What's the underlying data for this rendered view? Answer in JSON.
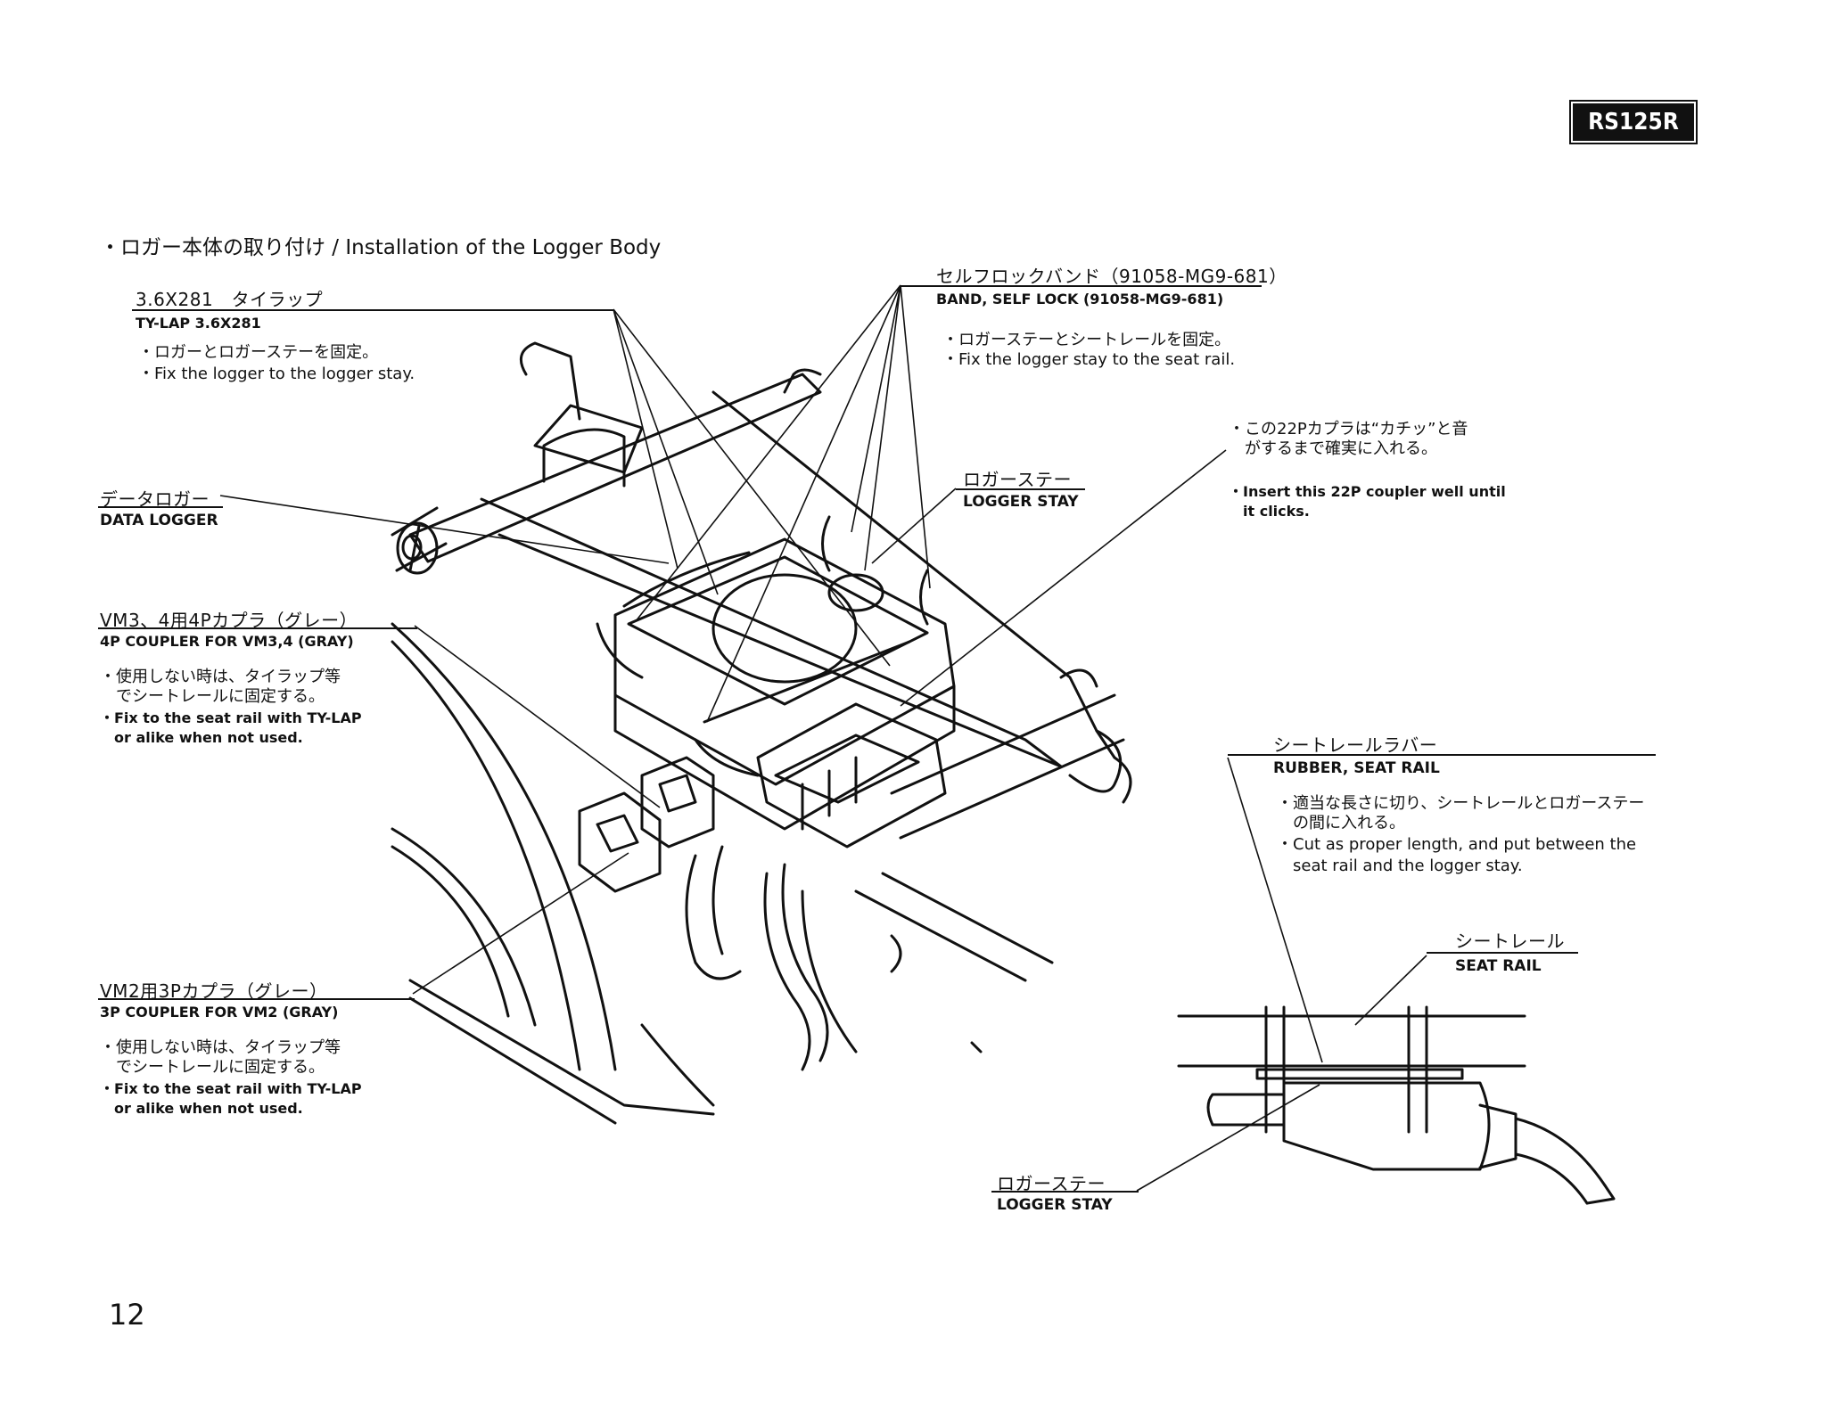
{
  "header": {
    "model_badge": "RS125R"
  },
  "section_title": "・ロガー本体の取り付け / Installation of the Logger Body",
  "callouts": {
    "tylap": {
      "jp": "3.6X281　タイラップ",
      "en": "TY-LAP 3.6X281",
      "notes": [
        "・ロガーとロガーステーを固定。",
        "・Fix the logger to the logger stay."
      ]
    },
    "band": {
      "jp": "セルフロックバンド（91058-MG9-681）",
      "en": "BAND, SELF LOCK (91058-MG9-681)",
      "notes": [
        "・ロガーステーとシートレールを固定。",
        "・Fix the logger stay to the seat rail."
      ]
    },
    "coupler22p": {
      "notes_jp": [
        "・この22Pカプラは“カチッ”と音",
        "　がするまで確実に入れる。"
      ],
      "notes_en": [
        "・Insert this 22P coupler well until",
        "　it clicks."
      ]
    },
    "logger_stay_top": {
      "jp": "ロガーステー",
      "en": "LOGGER STAY"
    },
    "data_logger": {
      "jp": "データロガー",
      "en": "DATA LOGGER"
    },
    "coupler4p": {
      "jp": "VM3、4用4Pカプラ（グレー）",
      "en": "4P COUPLER FOR VM3,4 (GRAY)",
      "notes": [
        "・使用しない時は、タイラップ等",
        "　でシートレールに固定する。",
        "・Fix to the seat rail with TY-LAP",
        "　or alike when not used."
      ]
    },
    "rubber": {
      "jp": "シートレールラバー",
      "en": "RUBBER, SEAT RAIL",
      "notes": [
        "・適当な長さに切り、シートレールとロガーステー",
        "　の間に入れる。",
        "・Cut as proper length, and put between the",
        "　seat rail and the logger stay."
      ]
    },
    "seat_rail": {
      "jp": "シートレール",
      "en": "SEAT RAIL"
    },
    "coupler3p": {
      "jp": "VM2用3Pカプラ（グレー）",
      "en": "3P COUPLER FOR VM2 (GRAY)",
      "notes": [
        "・使用しない時は、タイラップ等",
        "　でシートレールに固定する。",
        "・Fix to the seat rail with TY-LAP",
        "　or alike when not used."
      ]
    },
    "logger_stay_bottom": {
      "jp": "ロガーステー",
      "en": "LOGGER STAY"
    }
  },
  "page_number": "12"
}
